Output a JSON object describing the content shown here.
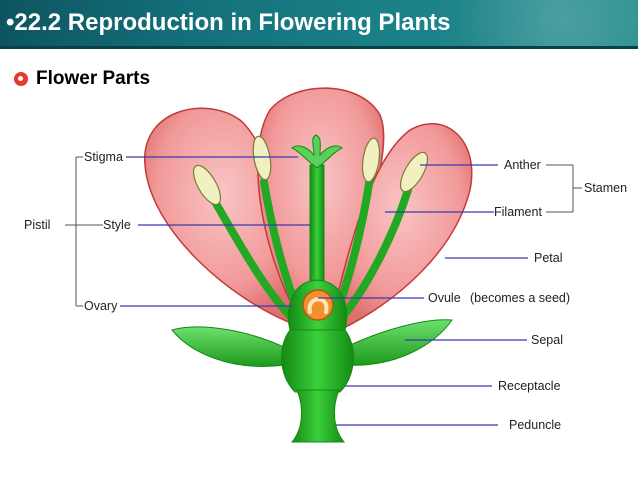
{
  "title": "•22.2  Reproduction in Flowering Plants",
  "subheading": "Flower Parts",
  "labels": {
    "stigma": "Stigma",
    "pistil": "Pistil",
    "style": "Style",
    "ovary": "Ovary",
    "anther": "Anther",
    "stamen": "Stamen",
    "filament": "Filament",
    "petal": "Petal",
    "ovule": "Ovule",
    "ovule_note": "(becomes a seed)",
    "sepal": "Sepal",
    "receptacle": "Receptacle",
    "peduncle": "Peduncle"
  },
  "colors": {
    "title_bar": "#14707a",
    "bullet": "#e53a2d",
    "petal": "#f4a0a0",
    "petal_edge": "#c23a3a",
    "stem_green": "#2fb82f",
    "ovule_orange": "#f28a2e",
    "anther": "#eeeeb8",
    "leader_line": "#3a3ab0"
  }
}
